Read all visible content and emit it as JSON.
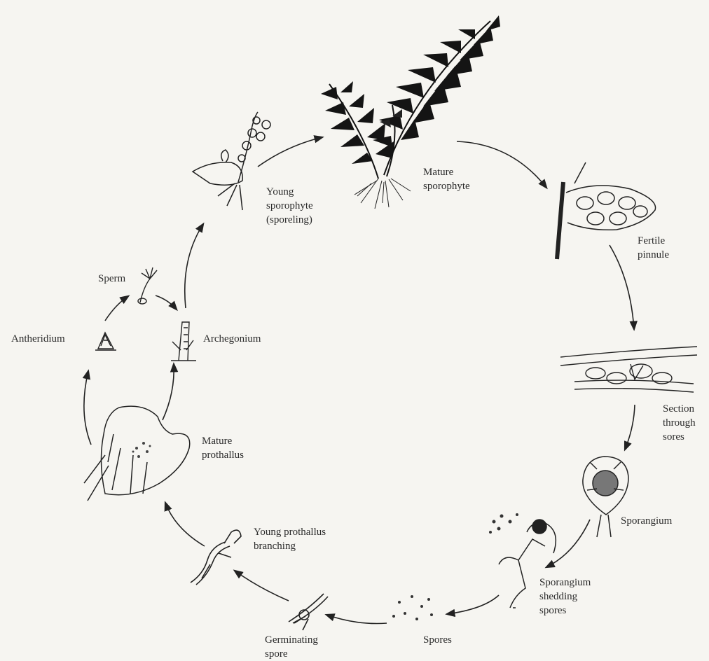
{
  "diagram": {
    "labels": {
      "mature_sporophyte": [
        "Mature",
        "sporophyte"
      ],
      "fertile_pinnule": [
        "Fertile",
        "pinnule"
      ],
      "section_through_sores": [
        "Section",
        "through",
        "sores"
      ],
      "sporangium": [
        "Sporangium"
      ],
      "sporangium_shedding": [
        "Sporangium",
        "shedding",
        "spores"
      ],
      "spores": [
        "Spores"
      ],
      "germinating_spore": [
        "Germinating",
        "spore"
      ],
      "young_prothallus": [
        "Young prothallus",
        "branching"
      ],
      "mature_prothallus": [
        "Mature",
        "prothallus"
      ],
      "antheridium": [
        "Antheridium"
      ],
      "sperm": [
        "Sperm"
      ],
      "archegonium": [
        "Archegonium"
      ],
      "young_sporophyte": [
        "Young",
        "sporophyte",
        "(sporeling)"
      ]
    }
  }
}
